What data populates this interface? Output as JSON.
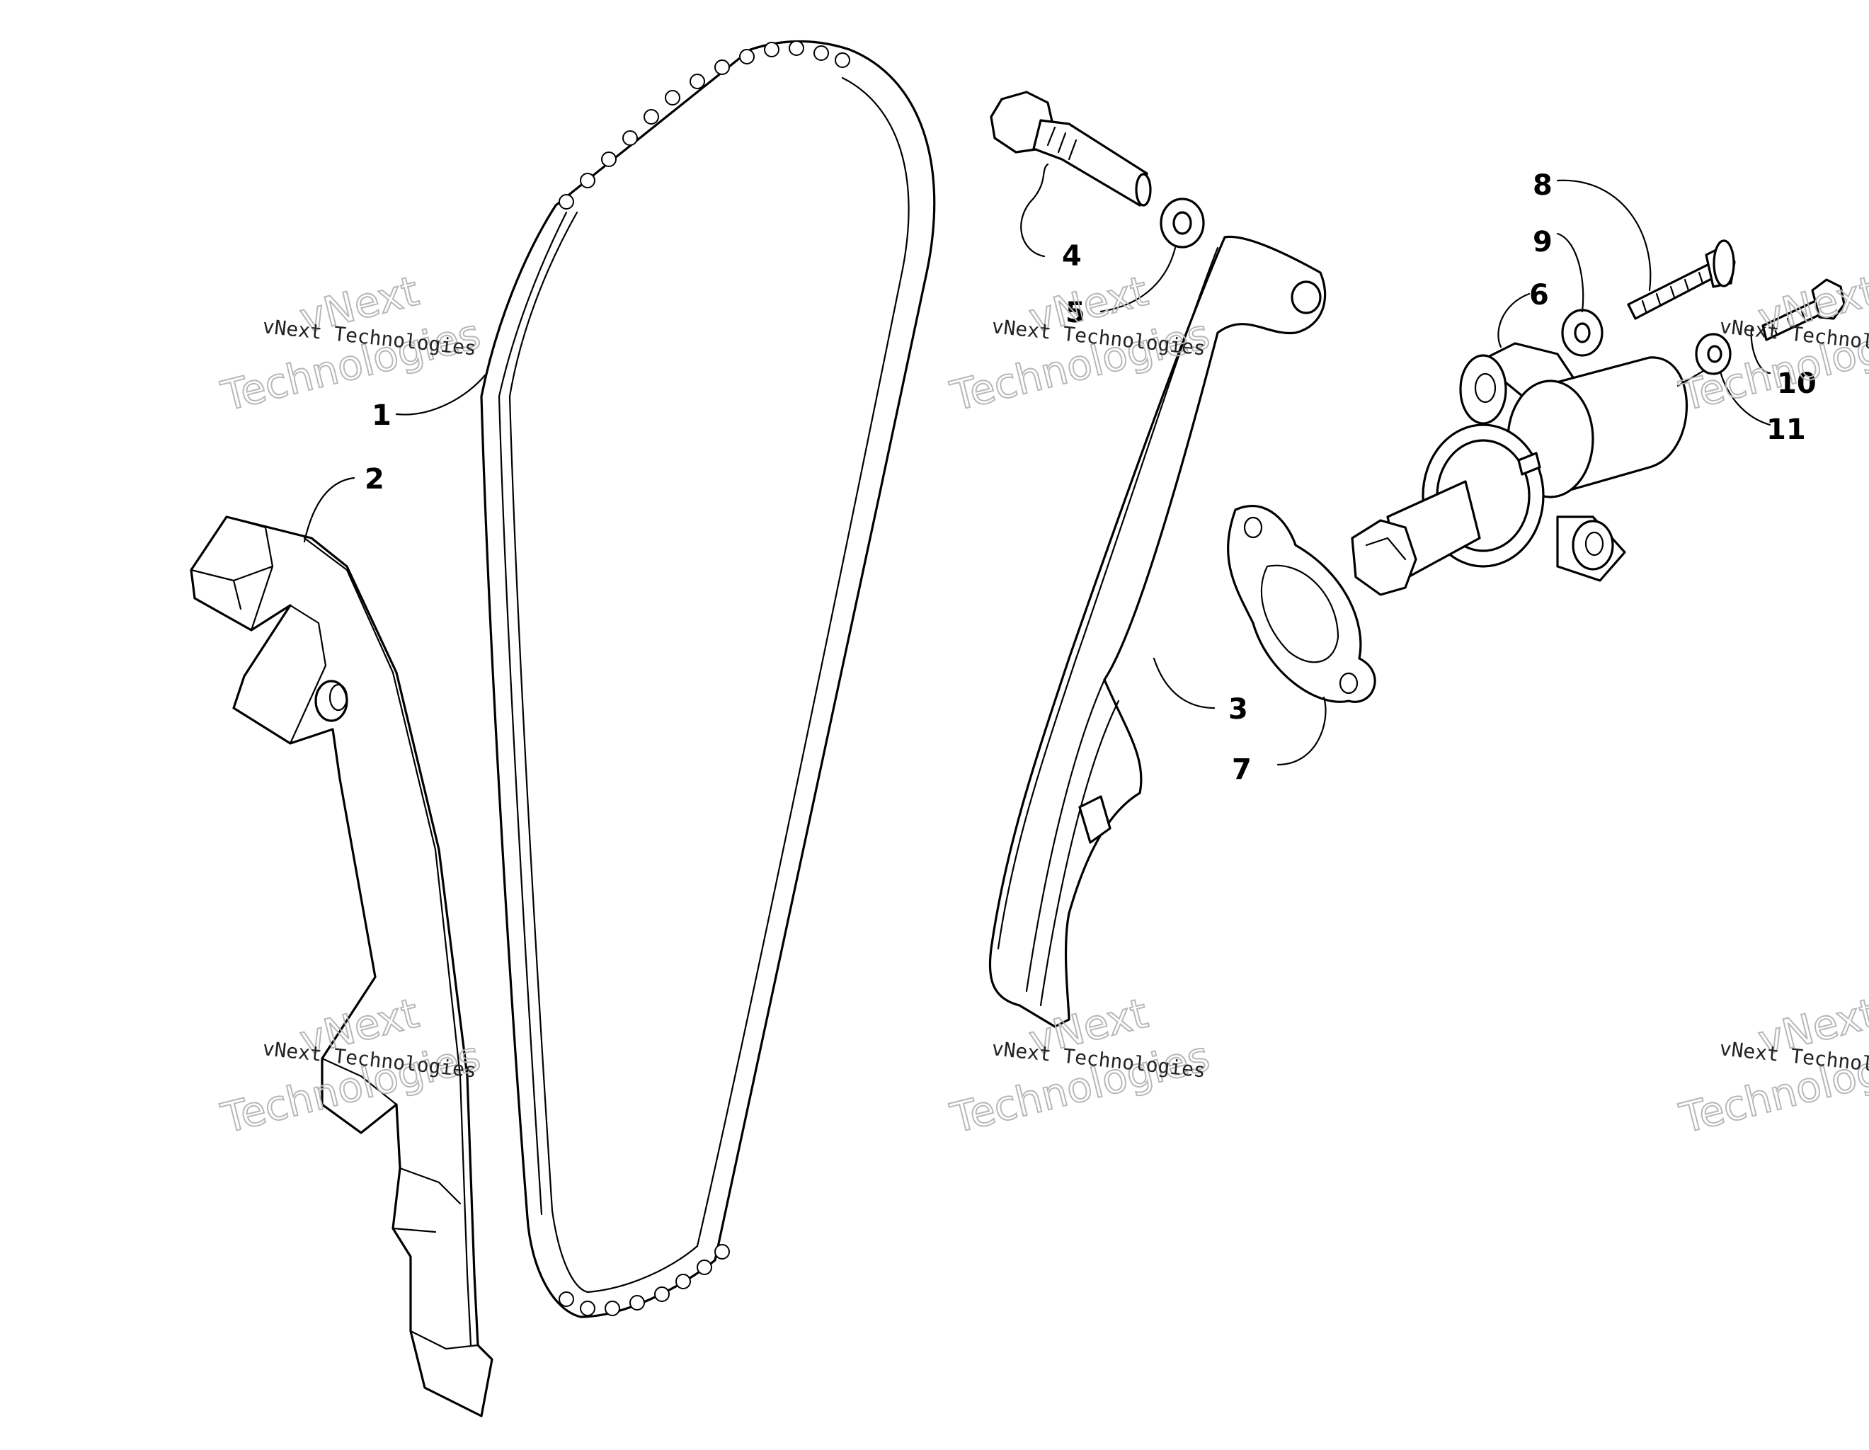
{
  "callouts": {
    "c1": "1",
    "c2": "2",
    "c3": "3",
    "c4": "4",
    "c5": "5",
    "c6": "6",
    "c7": "7",
    "c8": "8",
    "c9": "9",
    "c10": "10",
    "c11": "11"
  },
  "watermark": {
    "line_small": "vNext Technologies",
    "word_a": "vNext",
    "word_b": "Technologies"
  },
  "colors": {
    "line": "#000000",
    "background": "#ffffff",
    "watermark_outline": "#b8b8b8"
  }
}
